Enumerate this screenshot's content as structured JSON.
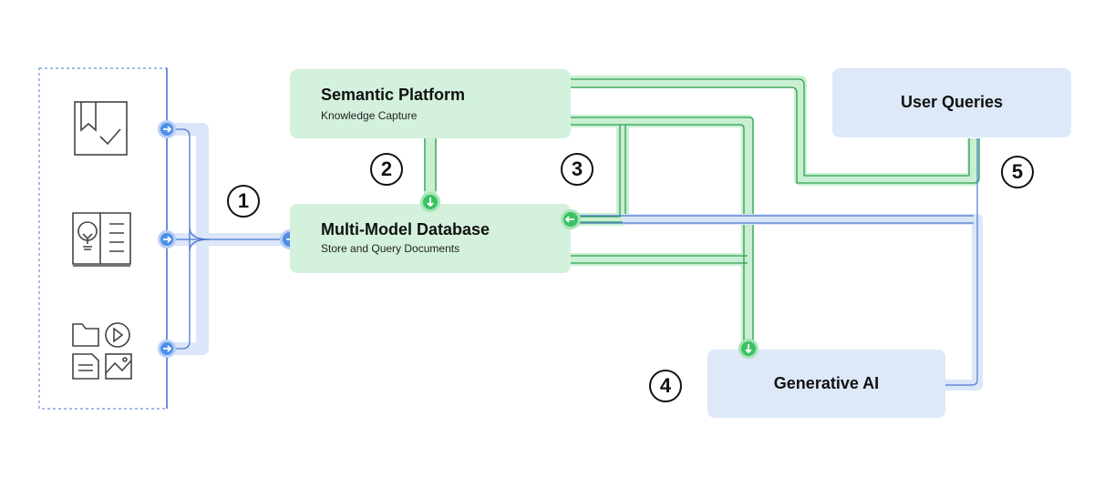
{
  "boxes": {
    "semantic": {
      "title": "Semantic Platform",
      "subtitle": "Knowledge Capture"
    },
    "database": {
      "title": "Multi-Model Database",
      "subtitle": "Store and Query Documents"
    },
    "user_queries": {
      "title": "User Queries"
    },
    "gen_ai": {
      "title": "Generative AI"
    }
  },
  "steps": [
    "1",
    "2",
    "3",
    "4",
    "5"
  ],
  "sources": [
    {
      "icon": "checklist-document-icon"
    },
    {
      "icon": "open-book-lightbulb-icon"
    },
    {
      "icon": "mixed-media-files-icon"
    }
  ],
  "colors": {
    "green_box": "#d3f1dc",
    "blue_box": "#dde9f8",
    "green_line": "#2e9f4e",
    "blue_line": "#4a78d0",
    "green_node": "#3cc262",
    "blue_node": "#4d8fe8"
  }
}
